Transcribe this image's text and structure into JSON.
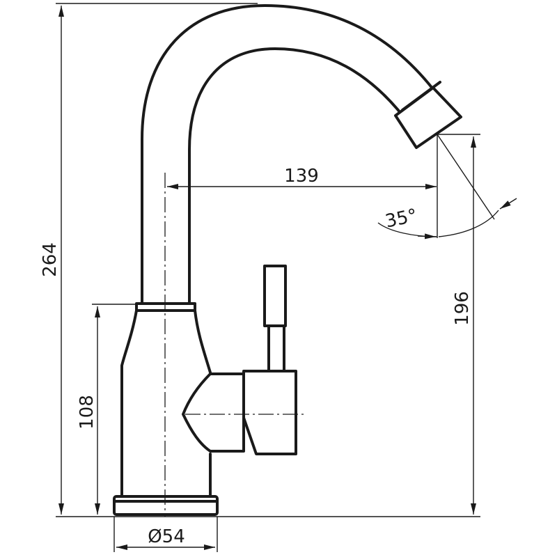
{
  "drawing": {
    "colors": {
      "line": "#1a1a1a",
      "background": "#ffffff"
    },
    "dimensions": {
      "total_height": "264",
      "base_height": "108",
      "base_diameter": "Ø54",
      "spout_reach": "139",
      "spout_height": "196",
      "outlet_angle": "35°"
    }
  }
}
